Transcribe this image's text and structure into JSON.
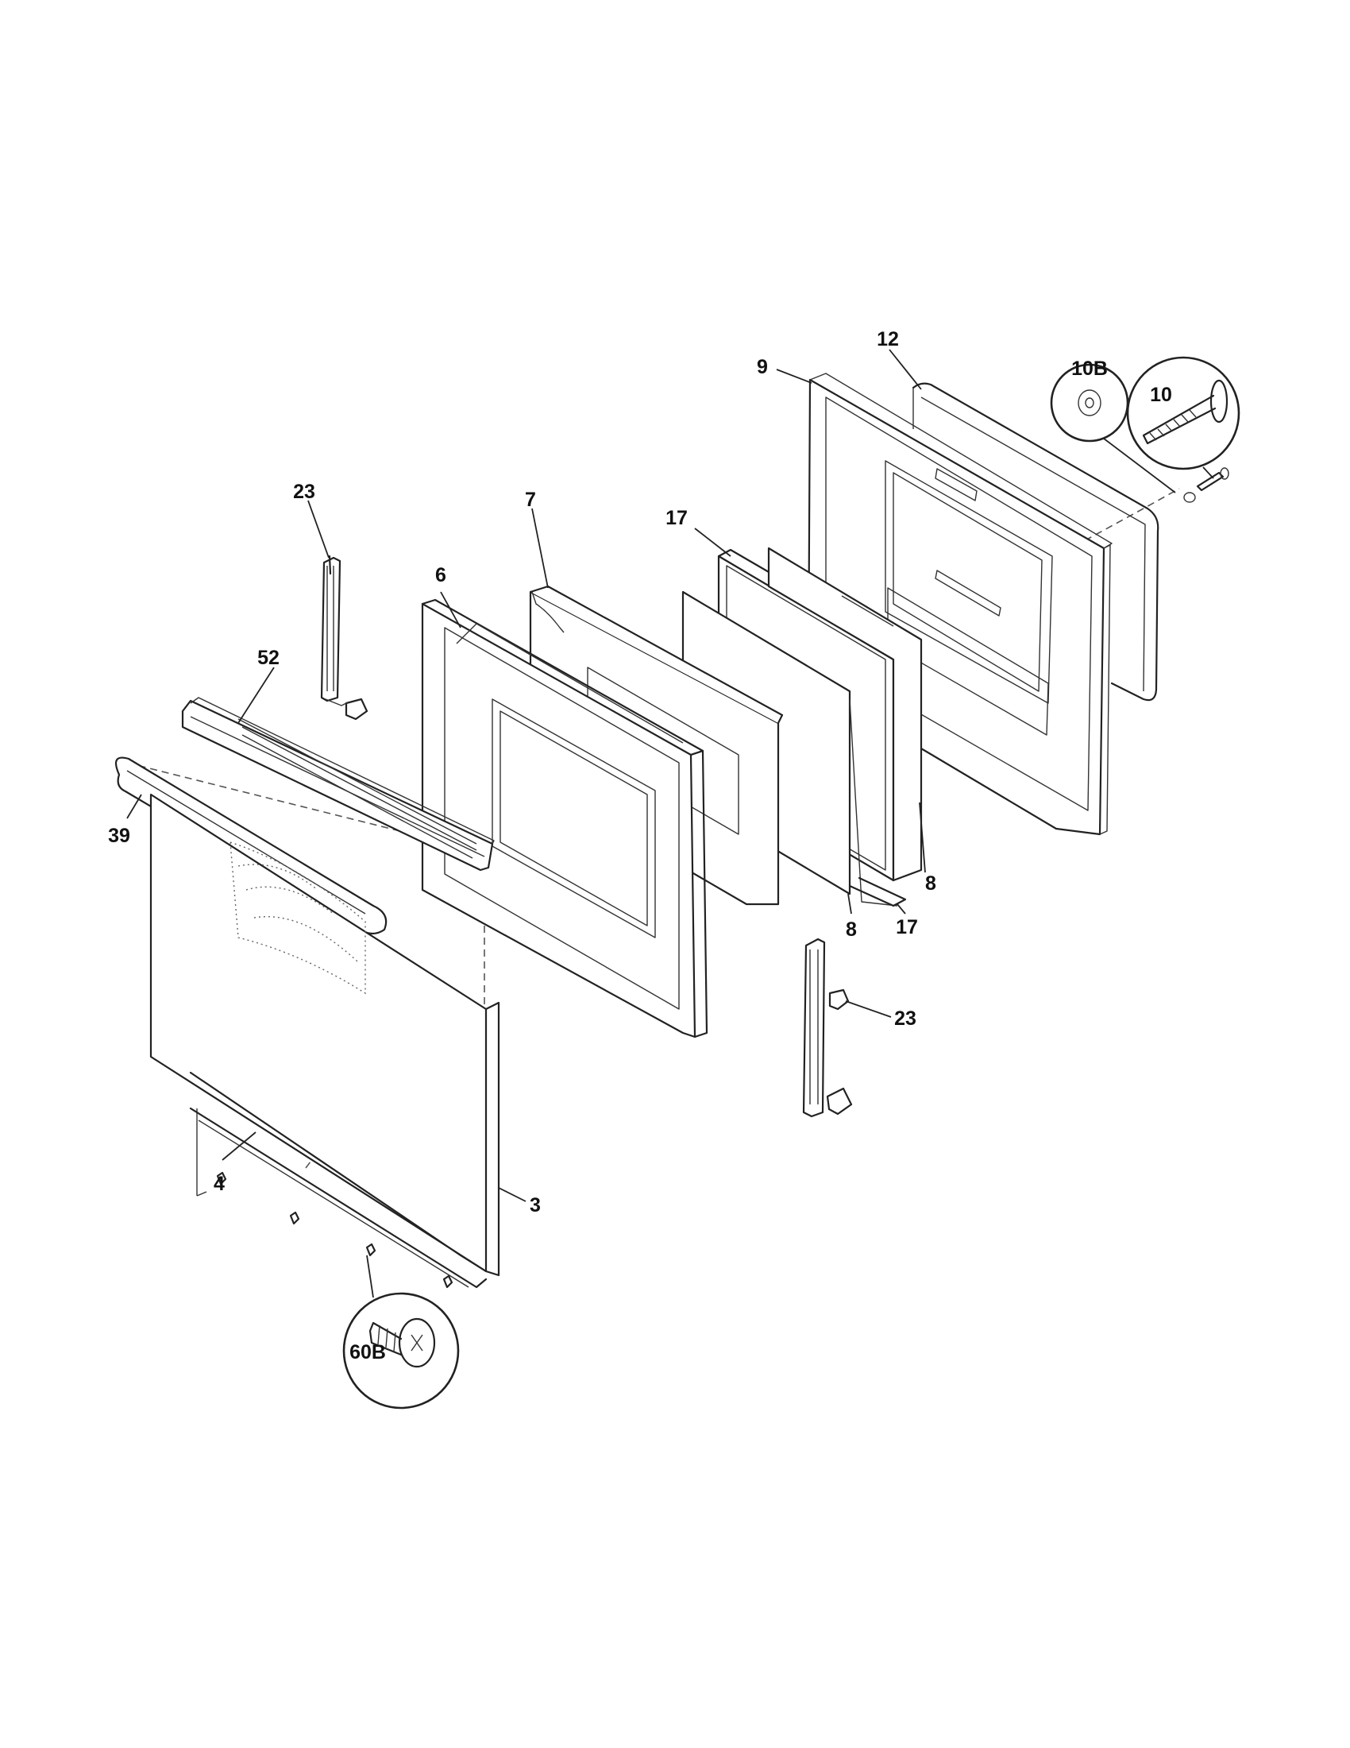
{
  "callouts": {
    "c9": "9",
    "c12": "12",
    "c10B": "10B",
    "c10": "10",
    "c23_top": "23",
    "c7": "7",
    "c17_top": "17",
    "c6": "6",
    "c52": "52",
    "c39": "39",
    "c8_right": "8",
    "c17_bottom": "17",
    "c8_mid": "8",
    "c23_bottom": "23",
    "c4": "4",
    "c3": "3",
    "c60B": "60B"
  }
}
